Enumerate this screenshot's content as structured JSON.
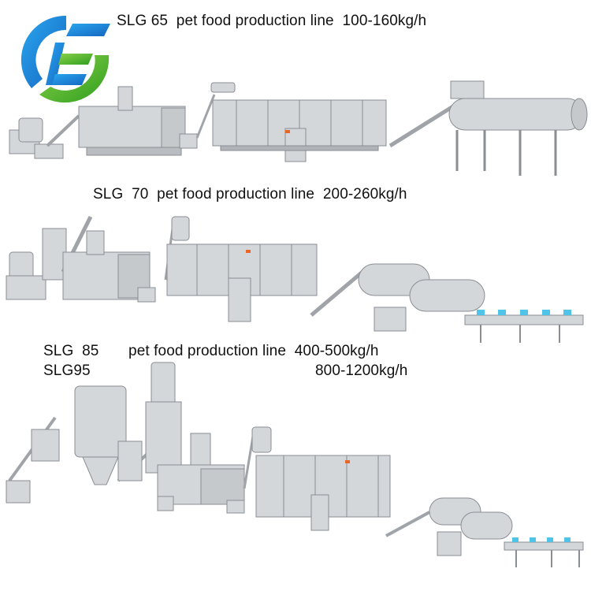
{
  "captions": {
    "line65": "SLG 65  pet food production line  100-160kg/h",
    "line70": "SLG  70  pet food production line  200-260kg/h",
    "line85": "SLG  85       pet food production line  400-500kg/h",
    "line95_model": "SLG95",
    "line95_capacity": "800-1200kg/h"
  },
  "colors": {
    "metal_light": "#d6d8da",
    "metal_mid": "#b9bcc0",
    "metal_dark": "#8a8e93",
    "logo_blue": "#1e88e5",
    "logo_green": "#43b02a",
    "accent_teal": "#4fc3e8",
    "badge_orange": "#e8662a"
  }
}
